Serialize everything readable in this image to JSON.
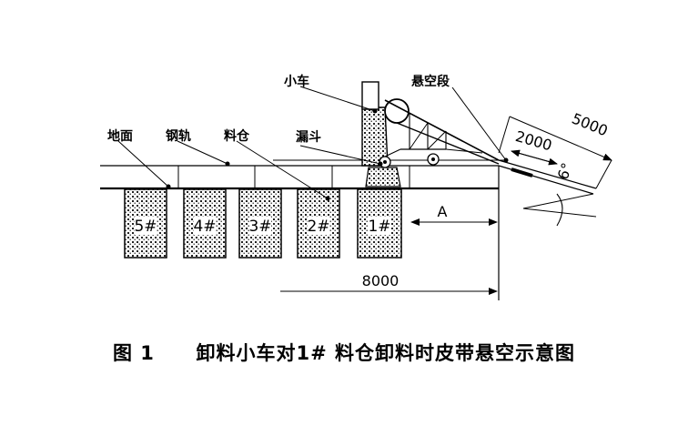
{
  "labels": {
    "ground": "地面",
    "rail": "钢轨",
    "bin": "料仓",
    "car": "小车",
    "hopper": "漏斗",
    "cantilever": "悬空段"
  },
  "bins": [
    "5#",
    "4#",
    "3#",
    "2#",
    "1#"
  ],
  "dimensions": {
    "total": "8000",
    "a": "A",
    "d2000": "2000",
    "d5000": "5000",
    "angle": "6°"
  },
  "caption": {
    "fig": "图 1",
    "text": "卸料小车对1# 料仓卸料时皮带悬空示意图"
  }
}
